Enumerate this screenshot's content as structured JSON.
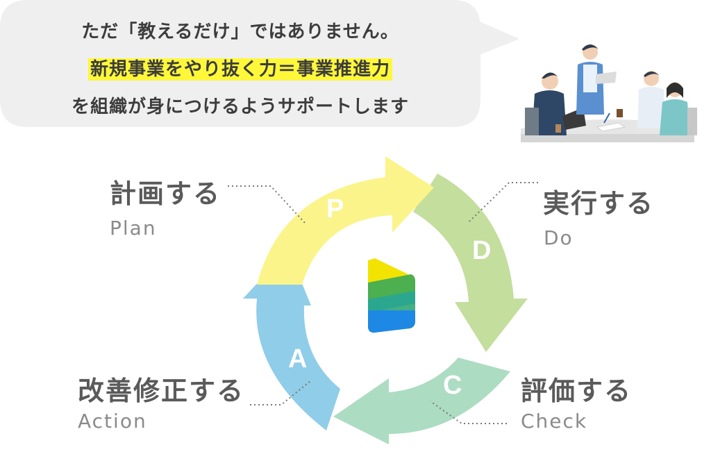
{
  "bubble": {
    "line1": "ただ「教えるだけ」ではありません。",
    "line2_highlight": "新規事業をやり抜く力＝事業推進力",
    "line3": "を組織が身につけるようサポートします"
  },
  "cycle": {
    "stages": [
      {
        "letter": "P",
        "jp": "計画する",
        "en": "Plan",
        "color": "#fbf48a"
      },
      {
        "letter": "D",
        "jp": "実行する",
        "en": "Do",
        "color": "#c3de9d"
      },
      {
        "letter": "C",
        "jp": "評価する",
        "en": "Check",
        "color": "#acdcc2"
      },
      {
        "letter": "A",
        "jp": "改善修正する",
        "en": "Action",
        "color": "#8fcde8"
      }
    ]
  },
  "illustration": {
    "icon": "team-meeting-illustration"
  },
  "center_logo": {
    "icon": "logo-icon",
    "colors": [
      "#f2e300",
      "#4caf50",
      "#009688",
      "#1e88e5"
    ]
  }
}
